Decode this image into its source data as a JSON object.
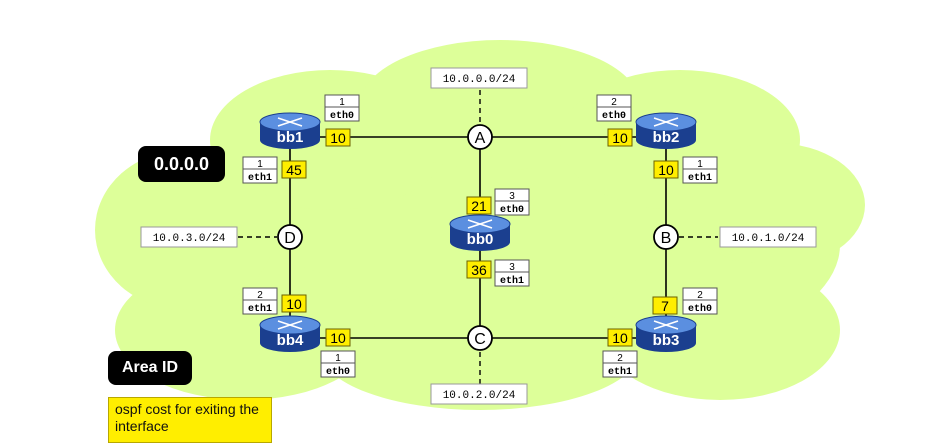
{
  "area": {
    "id": "0.0.0.0",
    "legend_label": "Area ID"
  },
  "legend": {
    "cost_text": "ospf cost for exiting the interface"
  },
  "networks": [
    {
      "id": "A",
      "prefix": "10.0.0.0/24"
    },
    {
      "id": "B",
      "prefix": "10.0.1.0/24"
    },
    {
      "id": "C",
      "prefix": "10.0.2.0/24"
    },
    {
      "id": "D",
      "prefix": "10.0.3.0/24"
    }
  ],
  "routers": [
    {
      "name": "bb0"
    },
    {
      "name": "bb1"
    },
    {
      "name": "bb2"
    },
    {
      "name": "bb3"
    },
    {
      "name": "bb4"
    }
  ],
  "interfaces": [
    {
      "router": "bb1",
      "network": "A",
      "cost": "10",
      "port": "1",
      "ifname": "eth0"
    },
    {
      "router": "bb1",
      "network": "D",
      "cost": "45",
      "port": "1",
      "ifname": "eth1"
    },
    {
      "router": "bb2",
      "network": "A",
      "cost": "10",
      "port": "2",
      "ifname": "eth0"
    },
    {
      "router": "bb2",
      "network": "B",
      "cost": "10",
      "port": "1",
      "ifname": "eth1"
    },
    {
      "router": "bb0",
      "network": "A",
      "cost": "21",
      "port": "3",
      "ifname": "eth0"
    },
    {
      "router": "bb0",
      "network": "C",
      "cost": "36",
      "port": "3",
      "ifname": "eth1"
    },
    {
      "router": "bb3",
      "network": "B",
      "cost": "7",
      "port": "2",
      "ifname": "eth0"
    },
    {
      "router": "bb3",
      "network": "C",
      "cost": "10",
      "port": "2",
      "ifname": "eth1"
    },
    {
      "router": "bb4",
      "network": "D",
      "cost": "10",
      "port": "2",
      "ifname": "eth1"
    },
    {
      "router": "bb4",
      "network": "C",
      "cost": "10",
      "port": "1",
      "ifname": "eth0"
    }
  ],
  "colors": {
    "area": "#ddff99",
    "cost_box": "#ffee00",
    "router": "#1b3f8f",
    "router_top": "#5b8fe0"
  }
}
